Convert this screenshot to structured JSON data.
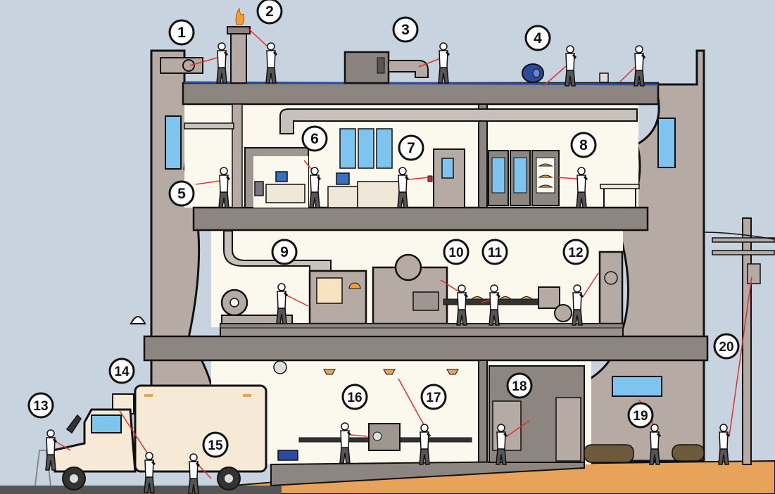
{
  "colors": {
    "sky": "#c7d3de",
    "wall": "#b5aba4",
    "wall_dark": "#8e847e",
    "slab": "#8d8580",
    "interior": "#fbf8ee",
    "ground": "#e8a35a",
    "window": "#7fc4ef",
    "roof_line": "#2b4aa0",
    "truck_body": "#f6ead7",
    "laser": "#e03030",
    "person": "#ffffff",
    "outline": "#111111"
  },
  "markers": [
    "1",
    "2",
    "3",
    "4",
    "5",
    "6",
    "7",
    "8",
    "9",
    "10",
    "11",
    "12",
    "13",
    "14",
    "15",
    "16",
    "17",
    "18",
    "19",
    "20"
  ]
}
